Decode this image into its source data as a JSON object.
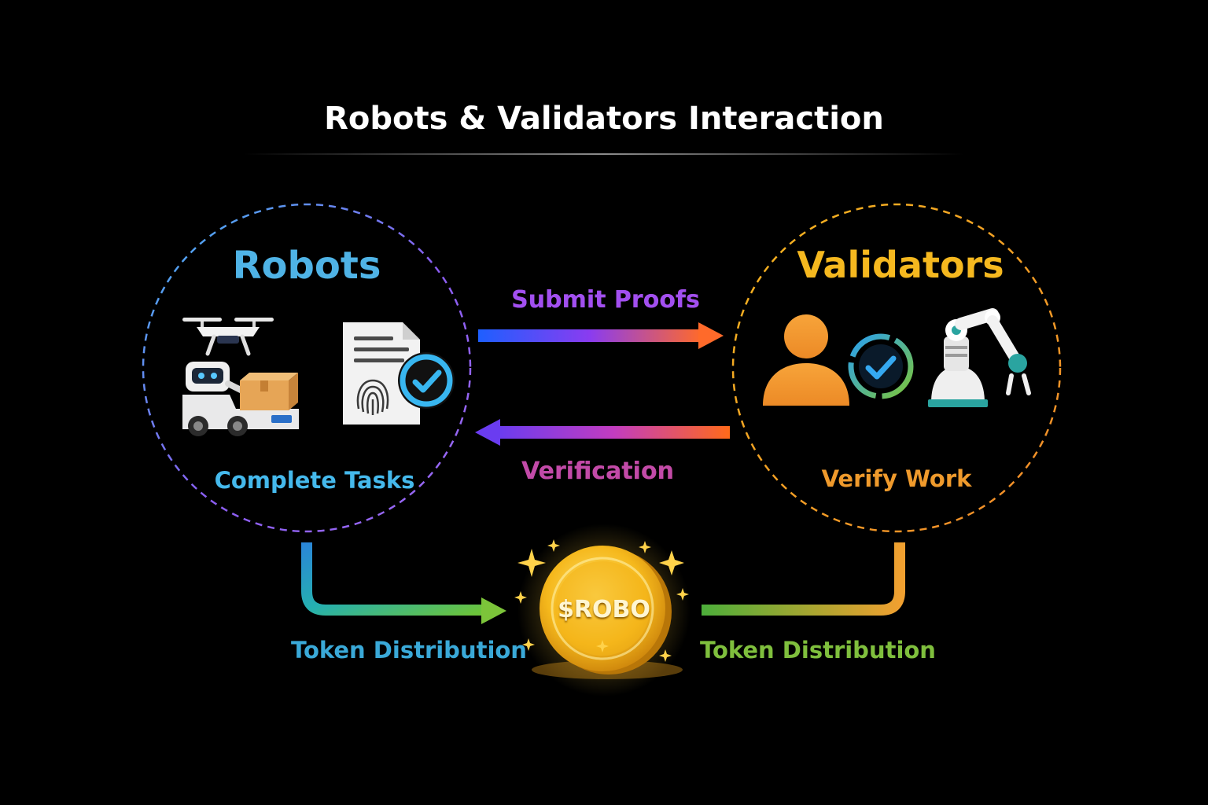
{
  "title": "Robots & Validators Interaction",
  "robots": {
    "title": "Robots",
    "caption": "Complete Tasks",
    "icons": [
      "drone-icon",
      "delivery-robot-icon",
      "package-box-icon",
      "proof-document-icon",
      "fingerprint-icon",
      "check-badge-icon"
    ]
  },
  "validators": {
    "title": "Validators",
    "caption": "Verify Work",
    "icons": [
      "person-icon",
      "check-circle-icon",
      "robotic-arm-icon"
    ]
  },
  "arrows": {
    "submit": "Submit Proofs",
    "verify": "Verification",
    "token_left": "Token Distribution",
    "token_right": "Token Distribution"
  },
  "coin": {
    "label": "$ROBO",
    "icon": "coin-icon"
  },
  "colors": {
    "background": "#000000",
    "robots_accent": "#4fb3e6",
    "validators_accent": "#f5b81f",
    "submit_arrow_start": "#1e6bff",
    "submit_arrow_end": "#ff6a2a",
    "verify_arrow_start": "#7a3cf0",
    "verify_arrow_end": "#ff6a1a",
    "coin_gold": "#f7c325"
  }
}
